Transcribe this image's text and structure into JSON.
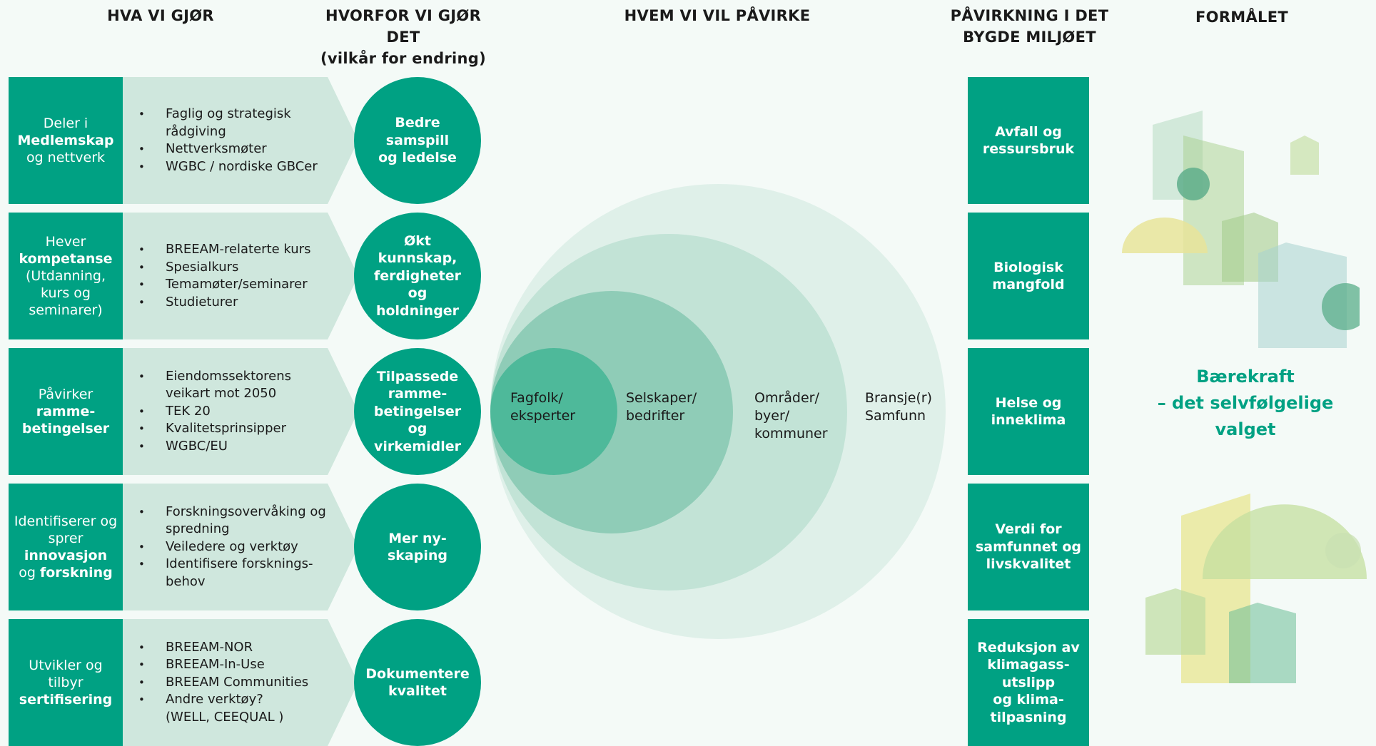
{
  "headers": {
    "what": "HVA VI GJØR",
    "why": "HVORFOR VI GJØR DET\n(vilkår for endring)",
    "who": "HVEM VI VIL PÅVIRKE",
    "impact": "PÅVIRKNING I DET\nBYGDE MILJØET",
    "purpose": "FORMÅLET"
  },
  "rows": [
    {
      "label": [
        "Deler i",
        "Medlemskap",
        "og nettverk"
      ],
      "items": [
        "Faglig og strategisk rådgiving",
        "Nettverksmøter",
        "WGBC / nordiske GBCer"
      ],
      "condition": "Bedre samspill\nog ledelse"
    },
    {
      "label": [
        "Hever",
        "kompetanse",
        "(Utdanning, kurs og seminarer)"
      ],
      "items": [
        "BREEAM-relaterte kurs",
        "Spesialkurs",
        "Temamøter/seminarer",
        "Studieturer"
      ],
      "condition": "Økt\nkunnskap,\nferdigheter og\nholdninger"
    },
    {
      "label": [
        "Påvirker",
        "ramme-\nbetingelser"
      ],
      "items": [
        "Eiendomssektorens veikart mot 2050",
        "TEK 20",
        "Kvalitetsprinsipper",
        "WGBC/EU"
      ],
      "condition": "Tilpassede\nramme-\nbetingelser og\nvirkemidler"
    },
    {
      "label": [
        "Identifiserer og sprer",
        "innovasjon",
        "og",
        "forskning"
      ],
      "items": [
        "Forskningsovervåking og spredning",
        "Veiledere og verktøy",
        "Identifisere forsknings-\nbehov"
      ],
      "condition": "Mer ny-\nskaping"
    },
    {
      "label": [
        "Utvikler og tilbyr",
        "sertifisering"
      ],
      "items": [
        "BREEAM-NOR",
        "BREEAM-In-Use",
        "BREEAM Communities",
        "Andre verktøy?\n(WELL, CEEQUAL )"
      ],
      "condition": "Dokumentere\nkvalitet"
    }
  ],
  "audience_rings": [
    "Fagfolk/\neksperter",
    "Selskaper/\nbedrifter",
    "Områder/\nbyer/\nkommuner",
    "Bransje(r)\nSamfunn"
  ],
  "impacts": [
    "Avfall og\nressursbruk",
    "Biologisk\nmangfold",
    "Helse og\ninneklima",
    "Verdi for\nsamfunnet og\nlivskvalitet",
    "Reduksjon av\nklimagass-\nutslipp\nog klima-\ntilpasning"
  ],
  "purpose_text": "Bærekraft\n– det selvfølgelige\nvalget",
  "colors": {
    "accent": "#00a183",
    "chevron": "#cfe7dd",
    "background": "#f4faf7",
    "ring_outer": "#dff0e9",
    "ring_2": "#c2e3d6",
    "ring_3": "#8fccb7",
    "ring_inner": "#4eb99a"
  }
}
